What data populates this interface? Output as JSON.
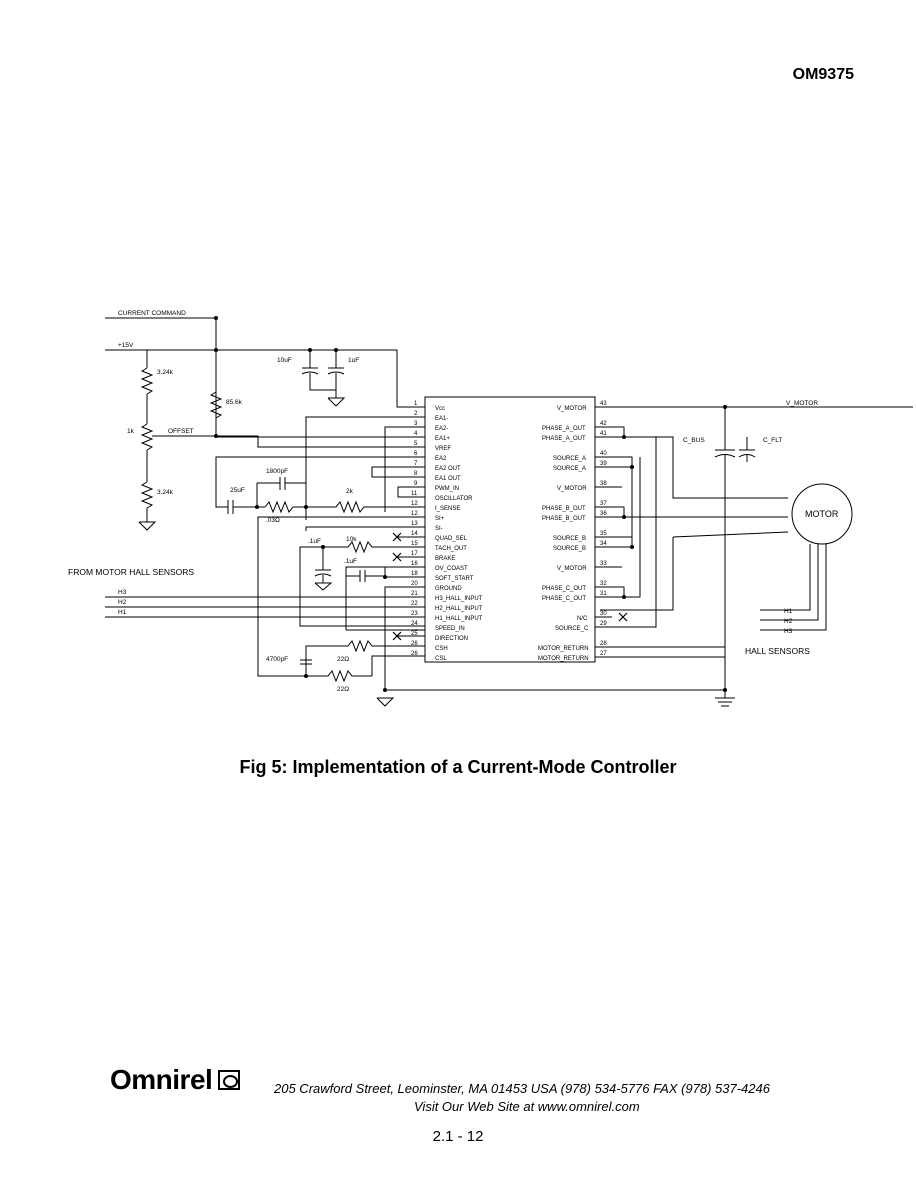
{
  "header": {
    "part_number": "OM9375"
  },
  "schematic": {
    "inputs": {
      "current_command": "CURRENT COMMAND",
      "supply": "+15V",
      "offset": "OFFSET",
      "from_hall": "FROM MOTOR HALL SENSORS",
      "h3": "H3",
      "h2": "H2",
      "h1": "H1"
    },
    "components": {
      "r_324k_top": "3.24k",
      "r_1k_pot": "1k",
      "r_324k_bot": "3.24k",
      "r_856k": "85.6k",
      "c_10uf": "10uF",
      "c_1uf": "1uF",
      "c_1800pf": "1800pF",
      "c_25uf": "25uF",
      "r_2k": "2k",
      "r_03": ".03Ω",
      "c_1uf_b": ".1uF",
      "r_10k": "10k",
      "c_1uf_c": ".1uF",
      "c_4700pf": "4700pF",
      "r_22_a": "22Ω",
      "r_22_b": "22Ω",
      "c_bus": "C_BUS",
      "c_flt": "C_FLT"
    },
    "left_pins": [
      {
        "num": "1",
        "name": "Vcc"
      },
      {
        "num": "2",
        "name": "EA1-"
      },
      {
        "num": "3",
        "name": "EA2-"
      },
      {
        "num": "4",
        "name": "EA1+"
      },
      {
        "num": "5",
        "name": "VREF"
      },
      {
        "num": "6",
        "name": "EA2"
      },
      {
        "num": "7",
        "name": "EA2 OUT"
      },
      {
        "num": "8",
        "name": "EA1 OUT"
      },
      {
        "num": "9",
        "name": "PWM_IN"
      },
      {
        "num": "11",
        "name": "OSCILLATOR"
      },
      {
        "num": "12",
        "name": "I_SENSE"
      },
      {
        "num": "12",
        "name": "SI+"
      },
      {
        "num": "13",
        "name": "SI-"
      },
      {
        "num": "14",
        "name": "QUAD_SEL"
      },
      {
        "num": "15",
        "name": "TACH_OUT"
      },
      {
        "num": "17",
        "name": "BRAKE"
      },
      {
        "num": "16",
        "name": "OV_COAST"
      },
      {
        "num": "18",
        "name": "SOFT_START"
      },
      {
        "num": "20",
        "name": "GROUND"
      },
      {
        "num": "21",
        "name": "H3_HALL_INPUT"
      },
      {
        "num": "22",
        "name": "H2_HALL_INPUT"
      },
      {
        "num": "23",
        "name": "H1_HALL_INPUT"
      },
      {
        "num": "24",
        "name": "SPEED_IN"
      },
      {
        "num": "25",
        "name": "DIRECTION"
      },
      {
        "num": "26",
        "name": "CSH"
      },
      {
        "num": "26",
        "name": "CSL"
      }
    ],
    "right_pins": [
      {
        "num": "43",
        "name": "V_MOTOR"
      },
      {
        "num": "42",
        "name": "PHASE_A_OUT"
      },
      {
        "num": "41",
        "name": "PHASE_A_OUT"
      },
      {
        "num": "40",
        "name": "SOURCE_A"
      },
      {
        "num": "39",
        "name": "SOURCE_A"
      },
      {
        "num": "38",
        "name": "V_MOTOR"
      },
      {
        "num": "37",
        "name": "PHASE_B_OUT"
      },
      {
        "num": "36",
        "name": "PHASE_B_OUT"
      },
      {
        "num": "35",
        "name": "SOURCE_B"
      },
      {
        "num": "34",
        "name": "SOURCE_B"
      },
      {
        "num": "33",
        "name": "V_MOTOR"
      },
      {
        "num": "32",
        "name": "PHASE_C_OUT"
      },
      {
        "num": "31",
        "name": "PHASE_C_OUT"
      },
      {
        "num": "30",
        "name": "N/C"
      },
      {
        "num": "29",
        "name": "SOURCE_C"
      },
      {
        "num": "28",
        "name": "MOTOR_RETURN"
      },
      {
        "num": "27",
        "name": "MOTOR_RETURN"
      }
    ],
    "outputs": {
      "v_motor": "V_MOTOR",
      "motor": "MOTOR",
      "hall_sensors": "HALL SENSORS",
      "h1": "H1",
      "h2": "H2",
      "h3": "H3"
    }
  },
  "caption": "Fig 5: Implementation of a Current-Mode Controller",
  "footer": {
    "logo": "Omnirel",
    "address": "205 Crawford Street, Leominster, MA  01453  USA  (978) 534-5776 FAX (978) 537-4246",
    "website": "Visit Our Web Site at www.omnirel.com",
    "page": "2.1 - 12"
  }
}
